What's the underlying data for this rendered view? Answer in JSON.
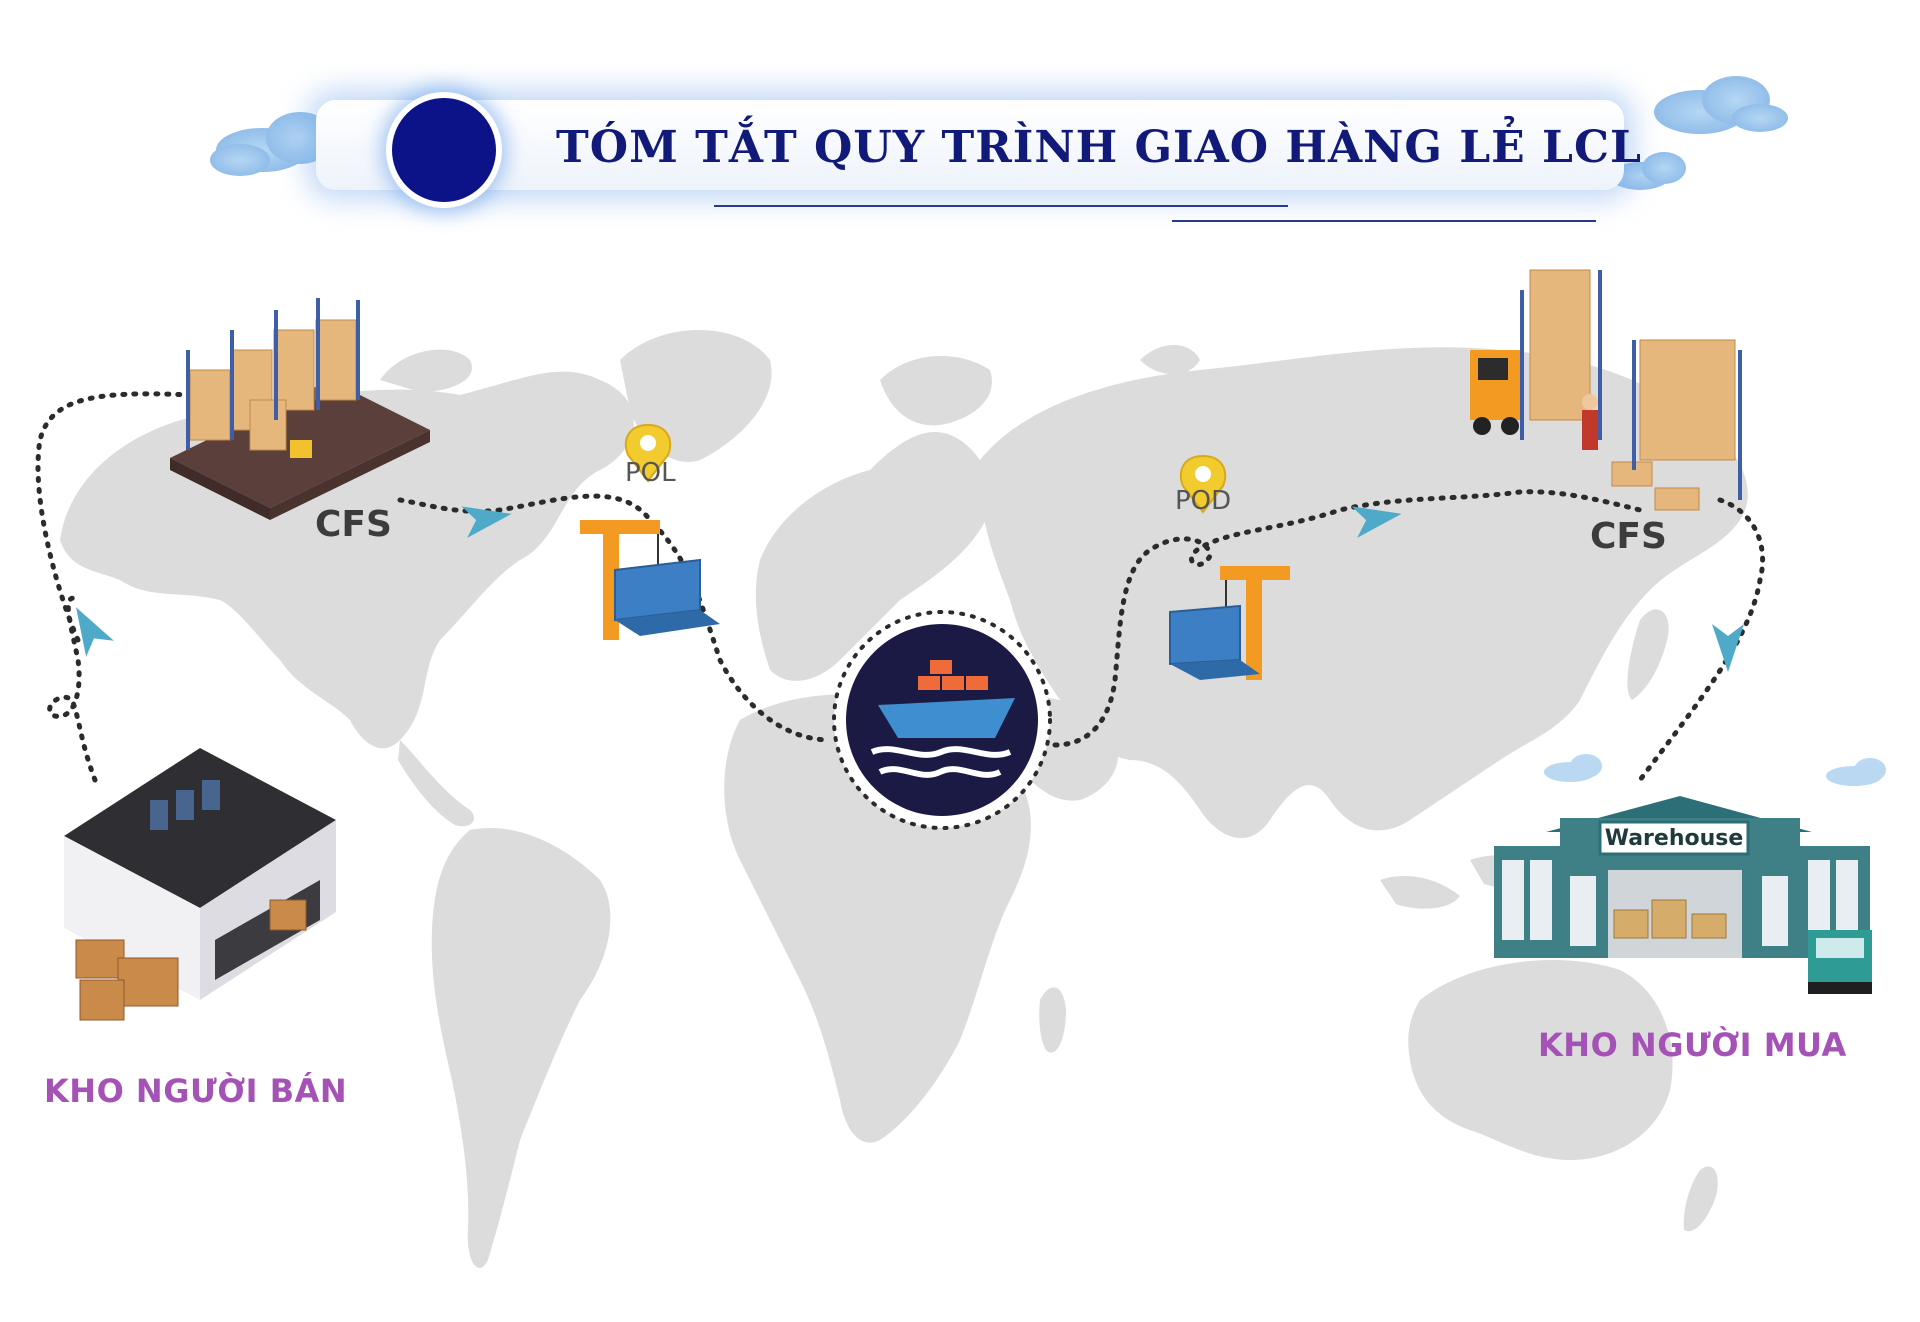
{
  "title": "TÓM TẮT QUY TRÌNH GIAO HÀNG LẺ LCL",
  "labels": {
    "cfs_origin": "CFS",
    "cfs_destination": "CFS",
    "pol": "POL",
    "pod": "POD",
    "seller_warehouse": "KHO NGƯỜI BÁN",
    "buyer_warehouse": "KHO NGƯỜI MUA",
    "warehouse_sign": "Warehouse"
  },
  "colors": {
    "title_text": "#111a78",
    "title_circle": "#0c1388",
    "glow": "#78aaeb",
    "map": "#dcdcdc",
    "path": "#2b2b2b",
    "arrow": "#4fa9c9",
    "pin": "#f2cc2e",
    "kho_label": "#a552b6",
    "ship_badge": "#1b1a45",
    "crane": "#f29a21",
    "container": "#3d7fc4",
    "warehouse_building": "#3f7f86"
  }
}
